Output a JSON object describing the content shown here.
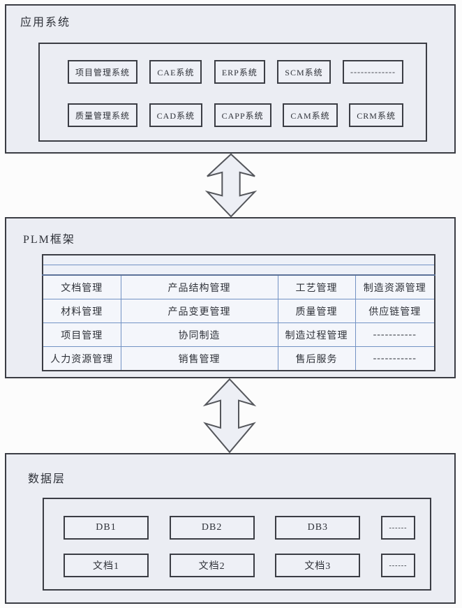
{
  "diagram": {
    "type": "layered-architecture",
    "arrow_icon": "up-down-block-arrow",
    "colors": {
      "layer_fill": "#ebedf3",
      "box_fill": "#eef0f6",
      "dark_border": "#3b3d44",
      "table_border_blue": "#7292c4",
      "cell_fill": "#f4f6fb",
      "arrow_fill": "#edeff5",
      "arrow_stroke": "#54565b",
      "text": "#2e3138"
    }
  },
  "layers": {
    "application": {
      "title": "应用系统",
      "rows": [
        [
          "项目管理系统",
          "CAE系统",
          "ERP系统",
          "SCM系统",
          "-------------"
        ],
        [
          "质量管理系统",
          "CAD系统",
          "CAPP系统",
          "CAM系统",
          "CRM系统"
        ]
      ]
    },
    "plm": {
      "title": "PLM框架",
      "table": {
        "spacer_rows": 2,
        "rows": [
          [
            "文档管理",
            "产品结构管理",
            "工艺管理",
            "制造资源管理"
          ],
          [
            "材料管理",
            "产品变更管理",
            "质量管理",
            "供应链管理"
          ],
          [
            "项目管理",
            "协同制造",
            "制造过程管理",
            "-----------"
          ],
          [
            "人力资源管理",
            "销售管理",
            "售后服务",
            "-----------"
          ]
        ]
      }
    },
    "data": {
      "title": "数据层",
      "rows": [
        [
          "DB1",
          "DB2",
          "DB3",
          "------"
        ],
        [
          "文档1",
          "文档2",
          "文档3",
          "------"
        ]
      ]
    }
  }
}
